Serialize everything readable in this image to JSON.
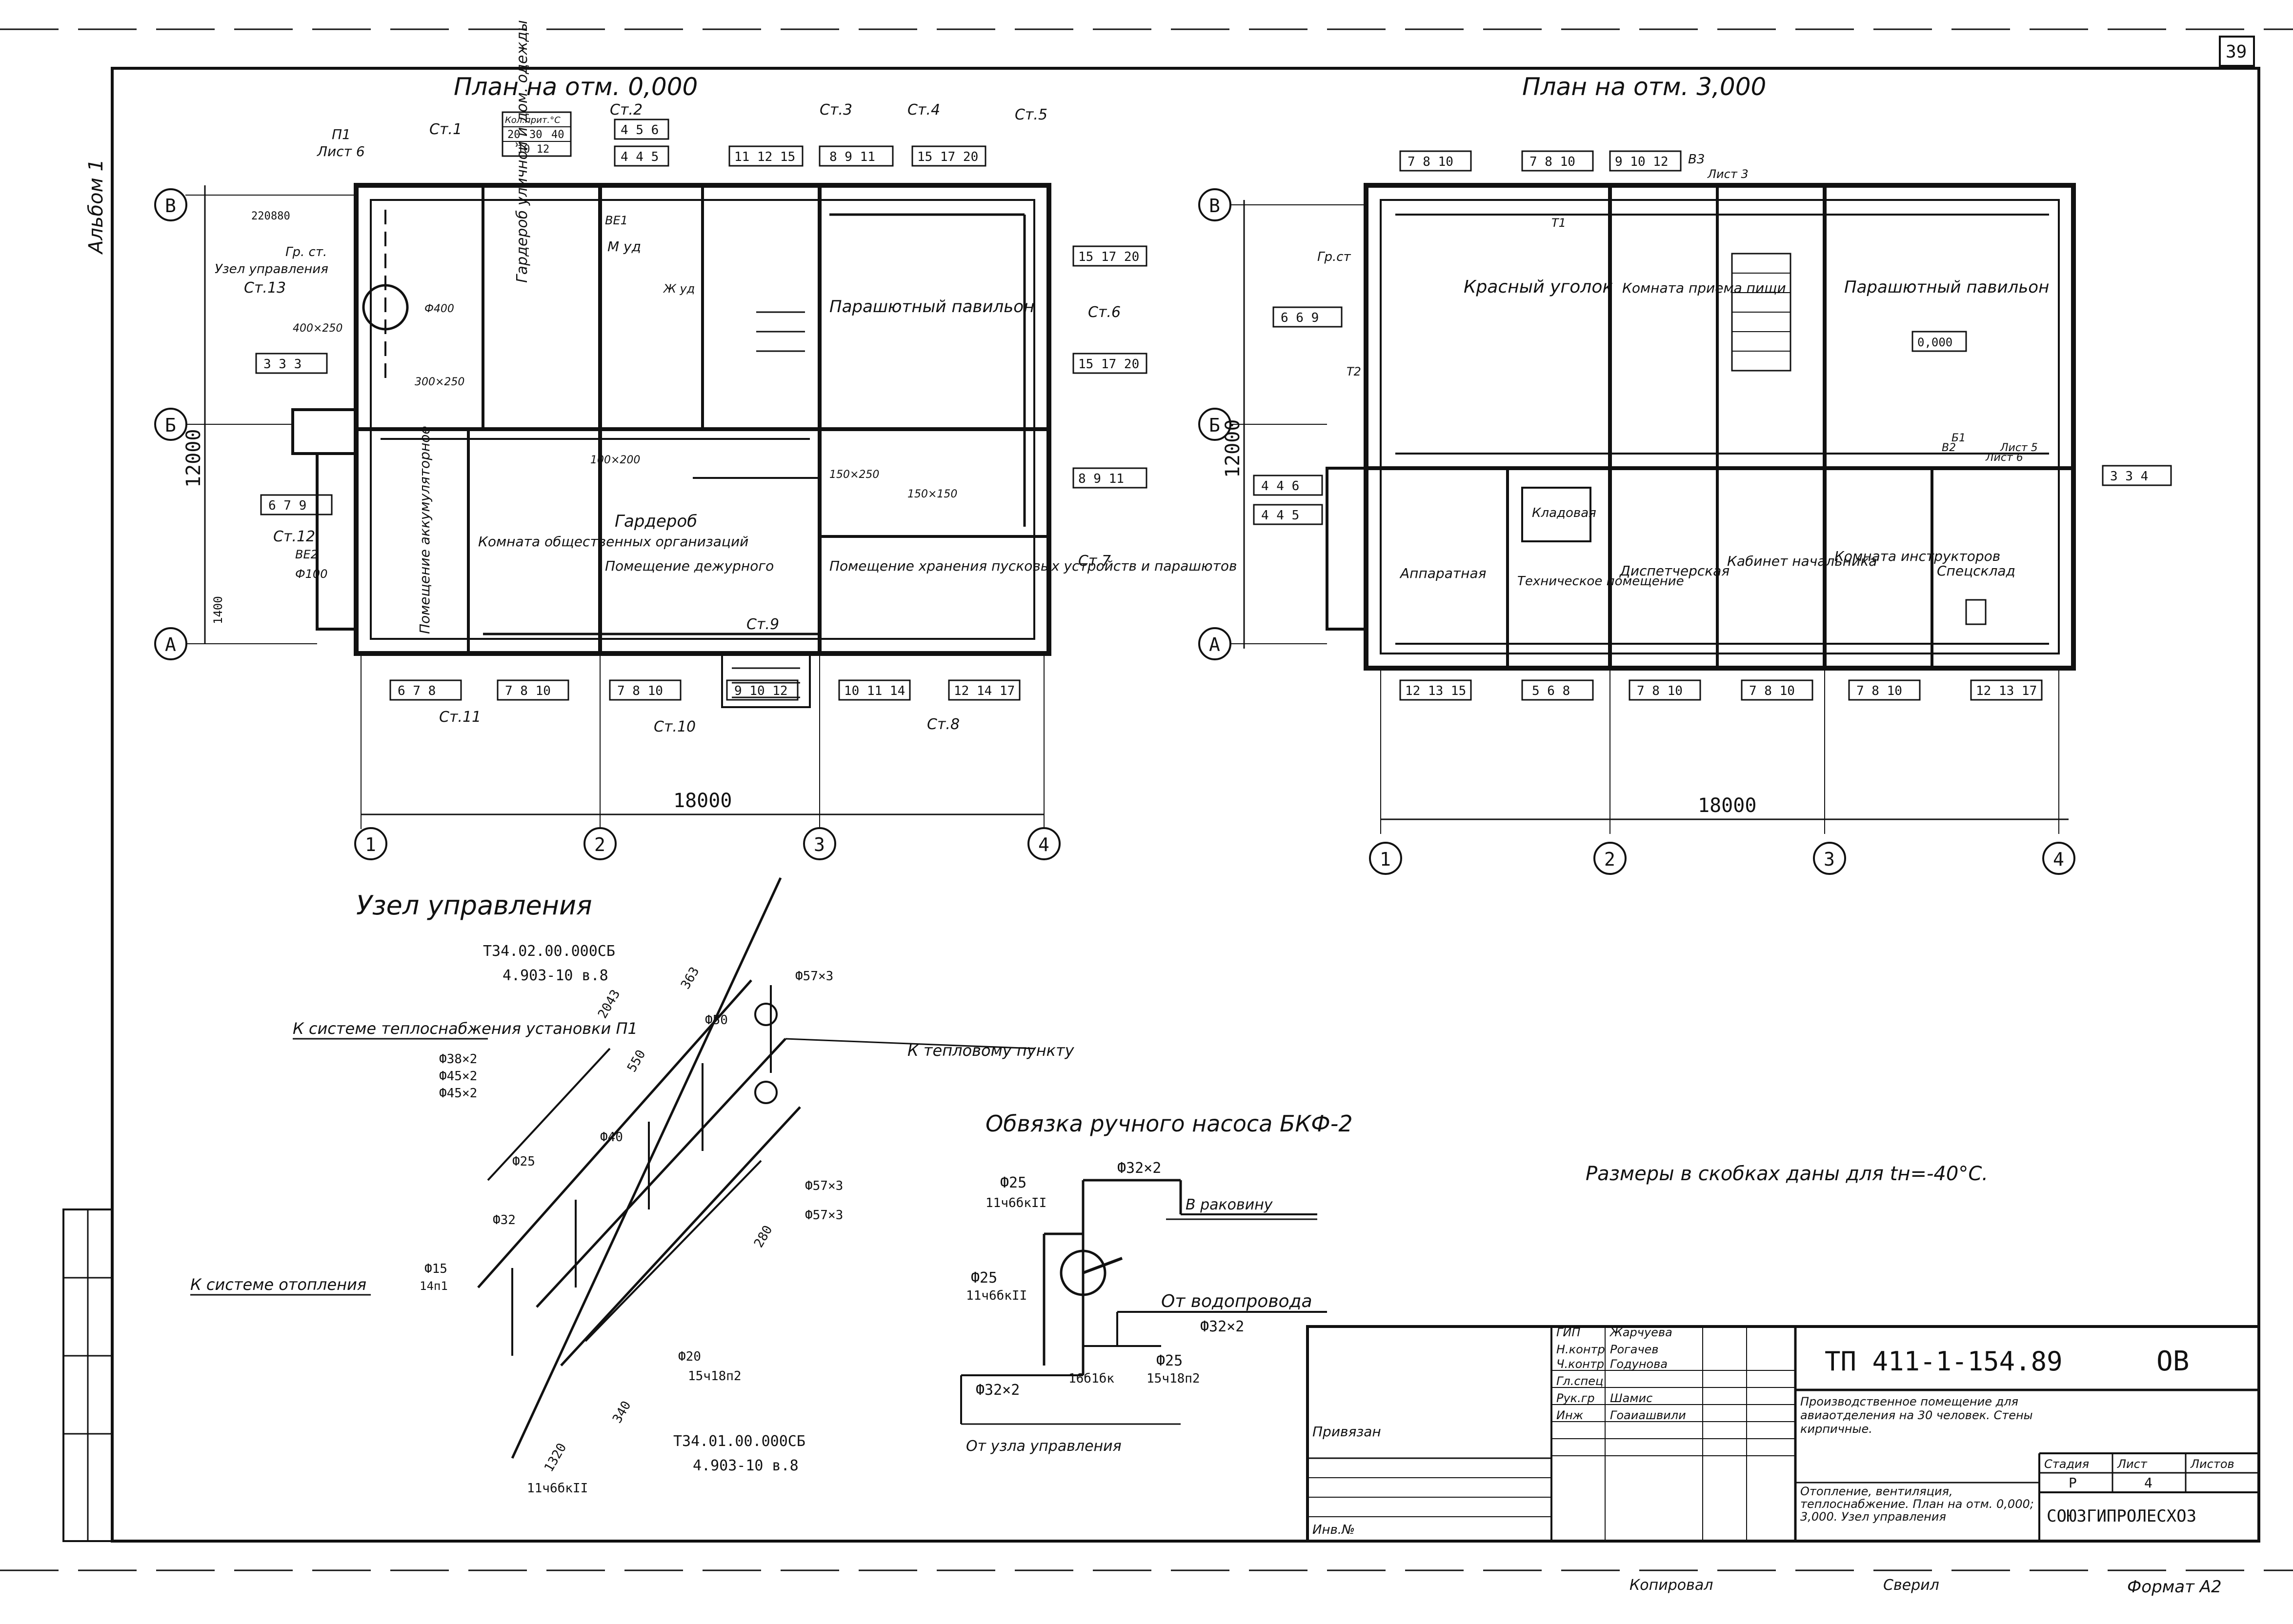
{
  "sheet": {
    "page_number": "39",
    "album": "Альбом 1",
    "format": "Формат А2",
    "copied": "Копировал",
    "checked": "Сверил"
  },
  "plan1": {
    "title": "План на отм. 0,000",
    "dimension": "18000",
    "height_dim": "12000",
    "axes_x": [
      "1",
      "2",
      "3",
      "4"
    ],
    "axes_y": [
      "А",
      "Б",
      "В"
    ],
    "risers": [
      "Ст.1",
      "Ст.2",
      "Ст.3",
      "Ст.4",
      "Ст.5",
      "Ст.6",
      "Ст.7",
      "Ст.8",
      "Ст.9",
      "Ст.10",
      "Ст.11",
      "Ст.12",
      "Ст.13"
    ],
    "rooms": [
      "Гардероб уличной и дом. одежды",
      "Парашютный павильон",
      "Комната общественных организаций",
      "Гардероб",
      "Помещение дежурного",
      "Помещение хранения пусковых устройств и парашютов",
      "Помещение аккумуляторное"
    ],
    "labels": [
      "П1",
      "Лист 6",
      "Гр. ст.",
      "Узел управления",
      "М уд",
      "Ж уд",
      "ВЕ1",
      "ВЕ2",
      "Ф100",
      "Ф400",
      "400×250",
      "300×250",
      "150×250",
      "100×200",
      "150×150",
      "220",
      "880",
      "1400"
    ],
    "temps": [
      "Кол.прит.°С",
      "20",
      "30",
      "40"
    ],
    "boxes": [
      "10 12",
      "4 5 6",
      "4 4 5",
      "11 12 15",
      "8 9 11",
      "15 17 20",
      "3 3 3",
      "6 7 9",
      "6 7 8",
      "7 8 10",
      "7 8 10",
      "9 10 12",
      "10 11 14",
      "12 14 17",
      "15 17 20",
      "15 17 20",
      "8 9 11"
    ]
  },
  "plan2": {
    "title": "План на отм. 3,000",
    "dimension": "18000",
    "height_dim": "12000",
    "axes_x": [
      "1",
      "2",
      "3",
      "4"
    ],
    "axes_y": [
      "А",
      "Б",
      "В"
    ],
    "rooms": [
      "Красный уголок",
      "Комната приема пищи",
      "Парашютный павильон",
      "Аппаратная",
      "Кладовая",
      "Техническое помещение",
      "Диспетчерская",
      "Кабинет начальника",
      "Комната инструкторов",
      "Спецсклад"
    ],
    "labels": [
      "В3",
      "Лист 3",
      "Гр.ст",
      "Т1",
      "Т2",
      "Б1",
      "В2",
      "Лист 6",
      "Лист 5",
      "0,000"
    ],
    "boxes": [
      "7 8 10",
      "7 8 10",
      "9 10 12",
      "6 6 9",
      "4 4 6",
      "4 4 5",
      "3 3 4",
      "12 13 15",
      "5 6 8",
      "7 8 10",
      "7 8 10",
      "7 8 10",
      "12 13 17"
    ]
  },
  "node": {
    "title": "Узел управления",
    "to_heating_supply": "К системе теплоснабжения установки П1",
    "to_heating": "К системе отопления",
    "to_heat_point": "К тепловому пункту",
    "ref1": "Т34.02.00.000СБ",
    "ref1b": "4.903-10 в.8",
    "ref2": "Т34.01.00.000СБ",
    "ref2b": "4.903-10 в.8",
    "sizes": [
      "Ф38×2",
      "Ф45×2",
      "Ф45×2",
      "Ф57×3",
      "Ф57×3",
      "Ф57×3",
      "Ф50",
      "Ф40",
      "Ф32",
      "Ф25",
      "Ф20",
      "Ф15",
      "2043",
      "363",
      "550",
      "280",
      "340",
      "1320"
    ],
    "valves": [
      "11ч6бкII",
      "15ч18п2",
      "14п1"
    ]
  },
  "pump": {
    "title": "Обвязка ручного насоса БКФ-2",
    "to_sink": "В раковину",
    "from_water": "От водопровода",
    "from_node": "От узла управления",
    "sizes": [
      "Ф25",
      "Ф32×2",
      "Ф25",
      "Ф32×2",
      "Ф25",
      "Ф32×2"
    ],
    "valves": [
      "11ч6бкII",
      "11ч6бкII",
      "15ч18п2",
      "16б1бк"
    ]
  },
  "note": "Размеры в скобках даны для tн=-40°С.",
  "stamp": {
    "code": "ТП 411-1-154.89",
    "mark": "ОВ",
    "roles": [
      "ГИП",
      "Н.контр",
      "Ч.контр",
      "Гл.спец",
      "Рук.гр",
      "Инж"
    ],
    "names": [
      "Жарчуева",
      "Рогачев",
      "Годунова",
      "",
      "Шамис",
      "Гоаиашвили"
    ],
    "description": "Производственное помещение для авиаотделения на 30 человек. Стены кирпичные.",
    "sheet_title": "Отопление, вентиляция, теплоснабжение. План на отм. 0,000; 3,000. Узел управления",
    "stage_label": "Стадия",
    "sheet_label": "Лист",
    "sheets_label": "Листов",
    "stage": "Р",
    "sheet": "4",
    "org": "СОЮЗГИПРОЛЕСХОЗ",
    "tied": "Привязан",
    "inv": "Инв.№"
  }
}
